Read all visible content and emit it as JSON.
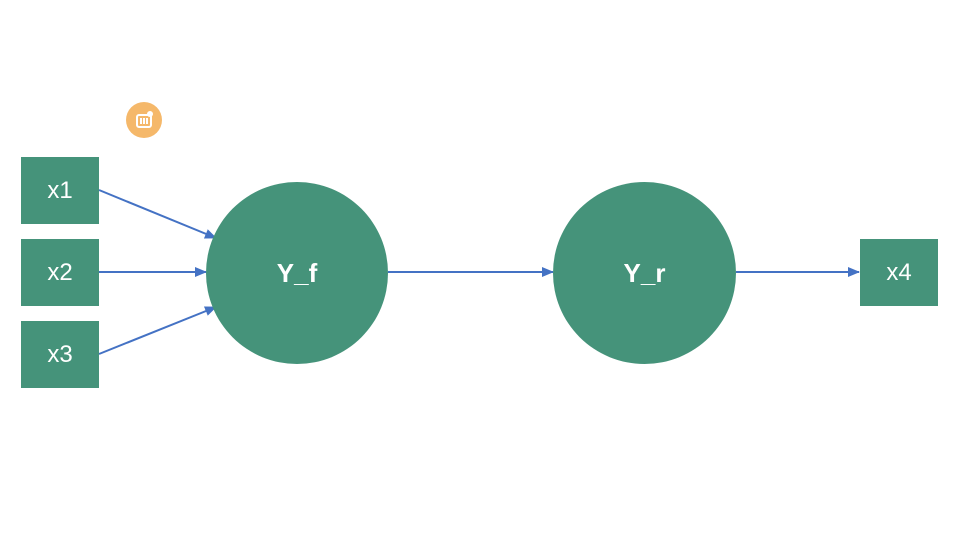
{
  "colors": {
    "node_fill": "#45937a",
    "arrow": "#4472c4",
    "background": "#ffffff",
    "badge": "#f5b86a"
  },
  "badge": {
    "icon": "watermark-badge-icon"
  },
  "nodes": {
    "x1": {
      "label": "x1"
    },
    "x2": {
      "label": "x2"
    },
    "x3": {
      "label": "x3"
    },
    "y_f": {
      "label": "Y_f"
    },
    "y_r": {
      "label": "Y_r"
    },
    "x4": {
      "label": "x4"
    }
  },
  "edges": [
    {
      "from": "x1",
      "to": "y_f"
    },
    {
      "from": "x2",
      "to": "y_f"
    },
    {
      "from": "x3",
      "to": "y_f"
    },
    {
      "from": "y_f",
      "to": "y_r"
    },
    {
      "from": "y_r",
      "to": "x4"
    }
  ]
}
